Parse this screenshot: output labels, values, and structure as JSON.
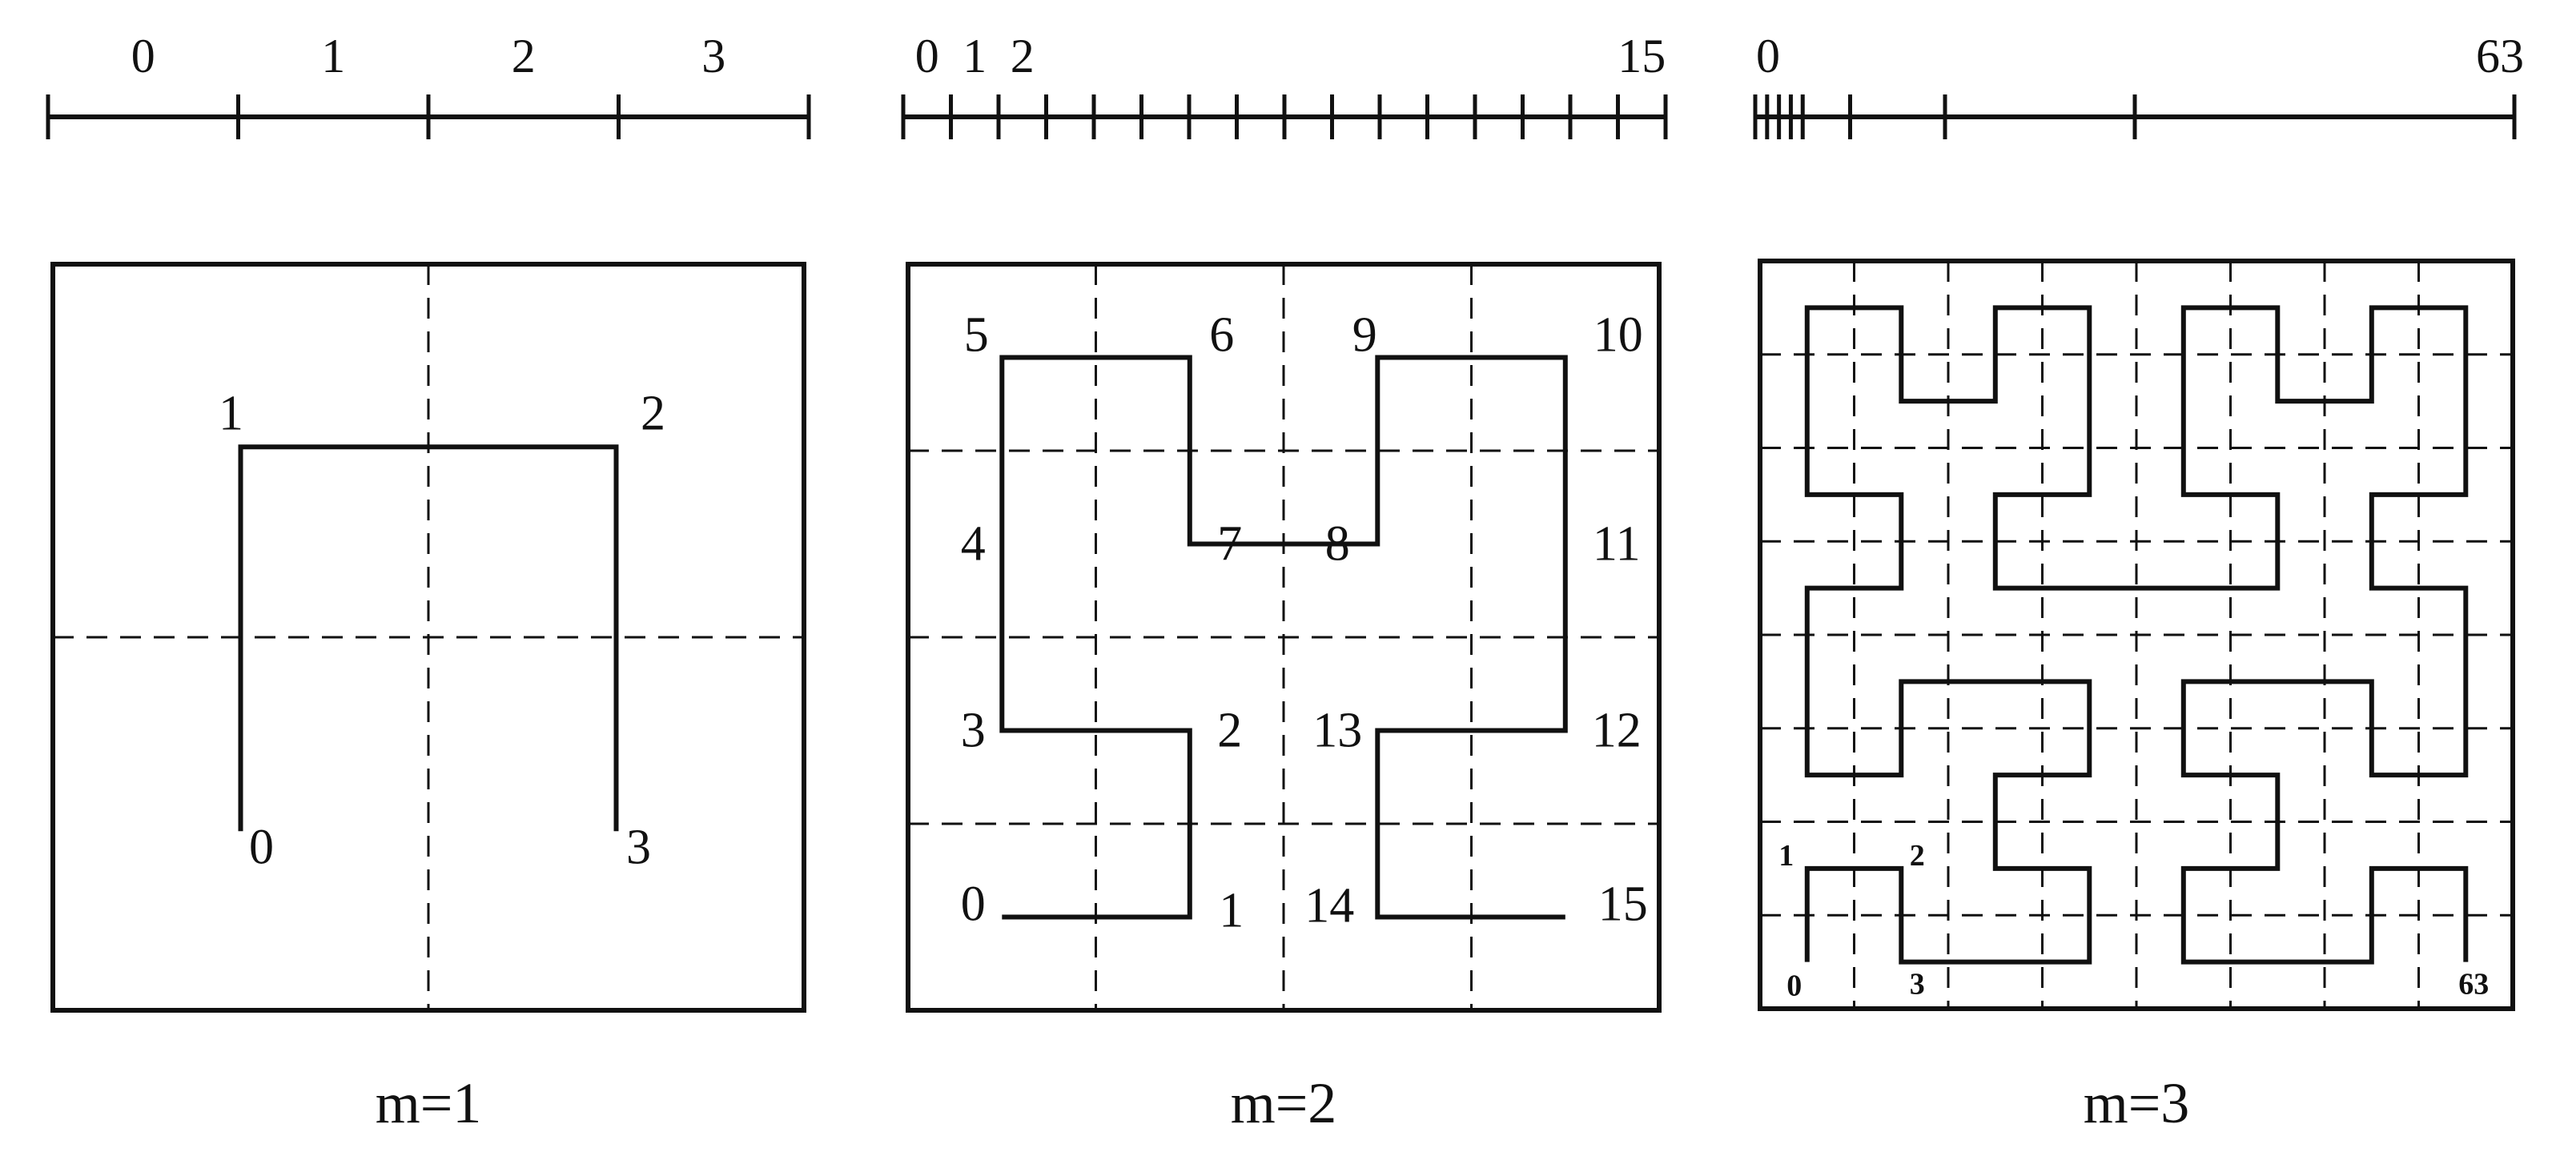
{
  "colors": {
    "ink": "#111111",
    "background": "#ffffff"
  },
  "panels": [
    {
      "order": 1,
      "caption": "m=1",
      "ruler_labels": [
        "0",
        "1",
        "2",
        "3"
      ],
      "point_labels": [
        "0",
        "1",
        "2",
        "3"
      ]
    },
    {
      "order": 2,
      "caption": "m=2",
      "ruler_labels": [
        "0",
        "1",
        "2",
        "15"
      ],
      "point_labels": [
        "0",
        "1",
        "2",
        "3",
        "4",
        "5",
        "6",
        "7",
        "8",
        "9",
        "10",
        "11",
        "12",
        "13",
        "14",
        "15"
      ]
    },
    {
      "order": 3,
      "caption": "m=3",
      "ruler_labels": [
        "0",
        "63"
      ],
      "point_labels": [
        "0",
        "1",
        "2",
        "3",
        "63"
      ]
    }
  ]
}
